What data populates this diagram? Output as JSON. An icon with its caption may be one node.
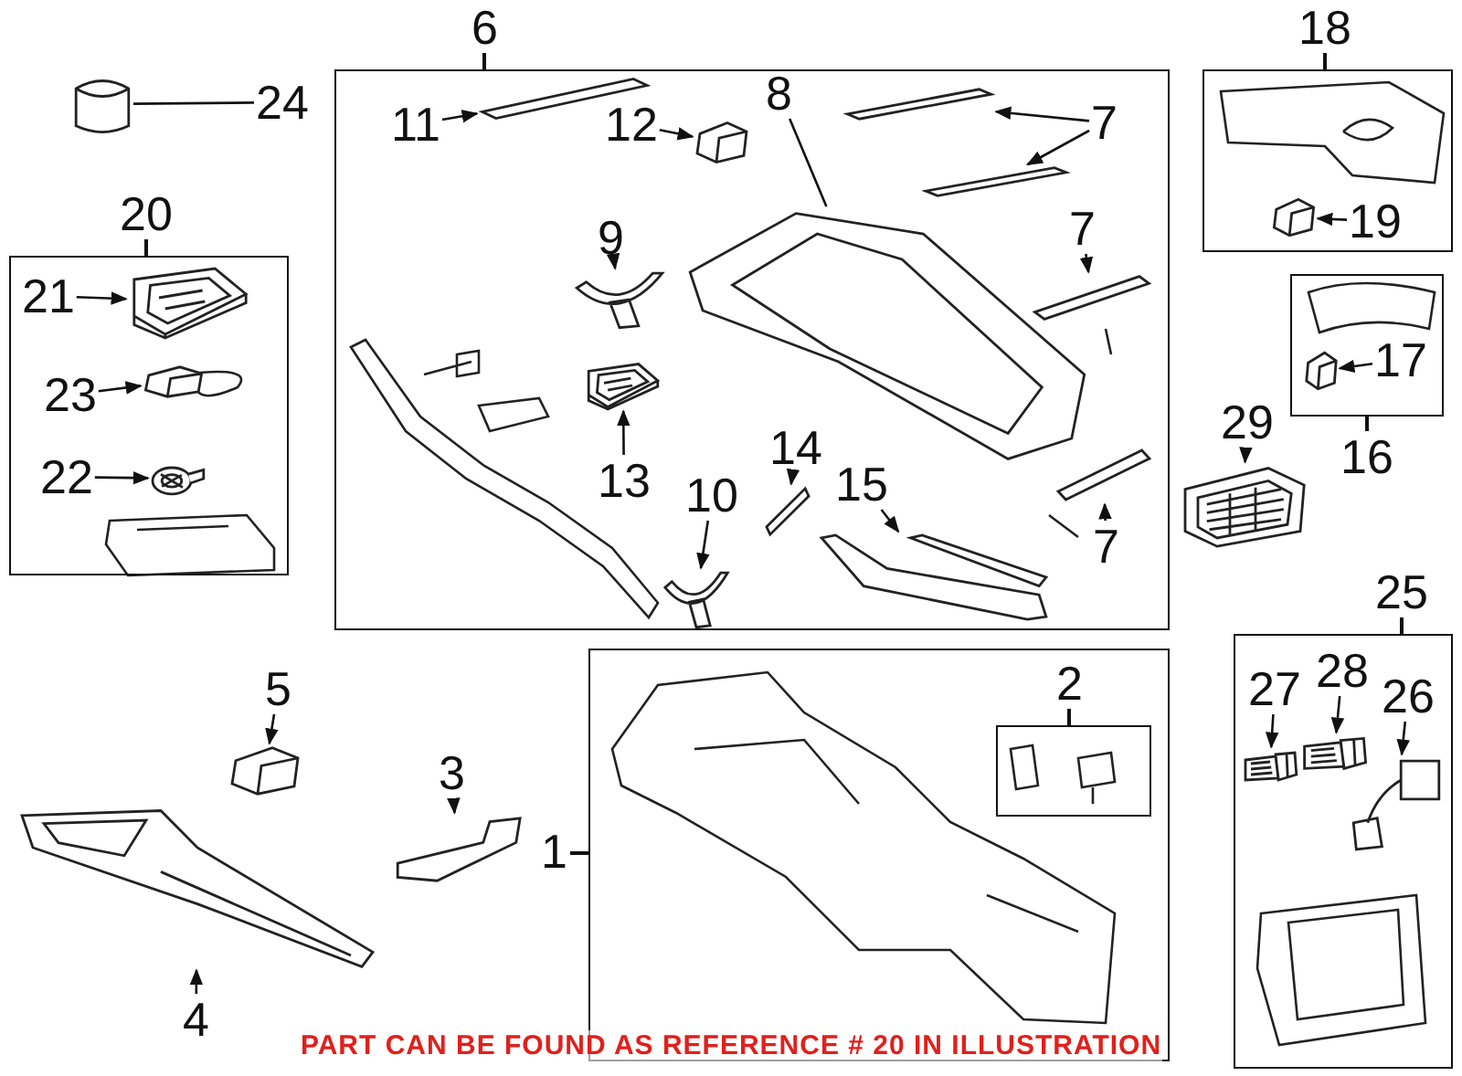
{
  "diagram": {
    "nodes": [
      {
        "text": [
          "24"
        ]
      },
      {
        "text": [],
        "shape": "picture"
      },
      {
        "text": [
          "6"
        ]
      },
      {
        "text": [
          "11"
        ],
        "in": 2
      },
      {
        "text": [],
        "shape": "picture",
        "in": 2
      },
      {
        "text": [
          "12"
        ],
        "in": 2
      },
      {
        "text": [],
        "shape": "picture",
        "in": 2
      },
      {
        "text": [
          "8"
        ],
        "in": 2
      },
      {
        "text": [],
        "shape": "picture",
        "in": 2
      },
      {
        "text": [
          "7"
        ],
        "in": 2
      },
      {
        "text": [],
        "shape": "picture",
        "in": 2
      },
      {
        "text": [],
        "shape": "picture",
        "in": 2
      },
      {
        "text": [
          "9"
        ],
        "in": 2
      },
      {
        "text": [],
        "shape": "picture",
        "in": 2
      },
      {
        "text": [
          "7"
        ],
        "in": 2
      },
      {
        "text": [],
        "shape": "picture",
        "in": 2
      },
      {
        "text": [
          "13"
        ],
        "in": 2
      },
      {
        "text": [],
        "shape": "picture",
        "in": 2
      },
      {
        "text": [
          "10"
        ],
        "in": 2
      },
      {
        "text": [],
        "shape": "picture",
        "in": 2
      },
      {
        "text": [
          "14"
        ],
        "in": 2
      },
      {
        "text": [],
        "shape": "picture",
        "in": 2
      },
      {
        "text": [
          "15"
        ],
        "in": 2
      },
      {
        "text": [],
        "shape": "picture",
        "in": 2
      },
      {
        "text": [
          "7"
        ],
        "in": 2
      },
      {
        "text": [],
        "shape": "picture",
        "in": 2
      },
      {
        "text": [
          "20"
        ]
      },
      {
        "text": [
          "21"
        ],
        "in": 26
      },
      {
        "text": [],
        "shape": "picture",
        "in": 26
      },
      {
        "text": [
          "23"
        ],
        "in": 26
      },
      {
        "text": [],
        "shape": "picture",
        "in": 26
      },
      {
        "text": [
          "22"
        ],
        "in": 26
      },
      {
        "text": [],
        "shape": "picture",
        "in": 26
      },
      {
        "text": [
          "18"
        ]
      },
      {
        "text": [
          "19"
        ],
        "in": 33
      },
      {
        "text": [],
        "shape": "picture",
        "in": 33
      },
      {
        "text": [
          "16"
        ]
      },
      {
        "text": [
          "17"
        ],
        "in": 36
      },
      {
        "text": [],
        "shape": "picture",
        "in": 36
      },
      {
        "text": [
          "29"
        ]
      },
      {
        "text": [],
        "shape": "picture"
      },
      {
        "text": [
          "5"
        ]
      },
      {
        "text": [],
        "shape": "picture"
      },
      {
        "text": [
          "3"
        ]
      },
      {
        "text": [],
        "shape": "picture"
      },
      {
        "text": [
          "4"
        ]
      },
      {
        "text": [],
        "shape": "picture"
      },
      {
        "text": [
          "1"
        ]
      },
      {
        "text": [
          "2"
        ],
        "in": 47
      },
      {
        "text": [
          "25"
        ]
      },
      {
        "text": [
          "27"
        ],
        "in": 49
      },
      {
        "text": [],
        "shape": "picture",
        "in": 49
      },
      {
        "text": [
          "28"
        ],
        "in": 49
      },
      {
        "text": [],
        "shape": "picture",
        "in": 49
      },
      {
        "text": [
          "26"
        ],
        "in": 49
      },
      {
        "text": [],
        "shape": "picture",
        "in": 49
      }
    ],
    "edges": [
      {
        "from": 0,
        "to": 1,
        "arrow": "none"
      },
      {
        "from": 3,
        "to": 4,
        "arrow": "to"
      },
      {
        "from": 5,
        "to": 6,
        "arrow": "to"
      },
      {
        "from": 7,
        "to": 8,
        "arrow": "none"
      },
      {
        "from": 9,
        "to": 10,
        "arrow": "to"
      },
      {
        "from": 9,
        "to": 11,
        "arrow": "to"
      },
      {
        "from": 12,
        "to": 13,
        "arrow": "to"
      },
      {
        "from": 14,
        "to": 15,
        "arrow": "to"
      },
      {
        "from": 16,
        "to": 17,
        "arrow": "to"
      },
      {
        "from": 18,
        "to": 19,
        "arrow": "to"
      },
      {
        "from": 20,
        "to": 21,
        "arrow": "to"
      },
      {
        "from": 22,
        "to": 23,
        "arrow": "to"
      },
      {
        "from": 24,
        "to": 25,
        "arrow": "to"
      },
      {
        "from": 27,
        "to": 28,
        "arrow": "to"
      },
      {
        "from": 29,
        "to": 30,
        "arrow": "to"
      },
      {
        "from": 31,
        "to": 32,
        "arrow": "to"
      },
      {
        "from": 34,
        "to": 35,
        "arrow": "to"
      },
      {
        "from": 37,
        "to": 38,
        "arrow": "to"
      },
      {
        "from": 39,
        "to": 40,
        "arrow": "to"
      },
      {
        "from": 41,
        "to": 42,
        "arrow": "to"
      },
      {
        "from": 43,
        "to": 44,
        "arrow": "to"
      },
      {
        "from": 45,
        "to": 46,
        "arrow": "to"
      },
      {
        "from": 50,
        "to": 51,
        "arrow": "to"
      },
      {
        "from": 52,
        "to": 53,
        "arrow": "to"
      },
      {
        "from": 54,
        "to": 55,
        "arrow": "to"
      }
    ],
    "labels": [
      "PART CAN BE FOUND AS REFERENCE # 20 IN ILLUSTRATION"
    ]
  }
}
